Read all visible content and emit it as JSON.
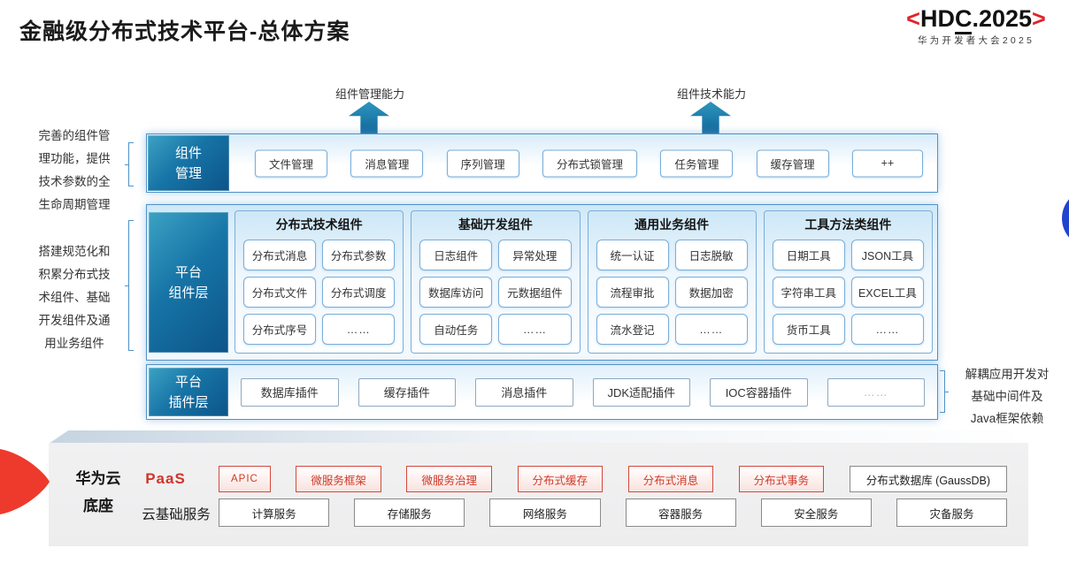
{
  "page": {
    "title": "金融级分布式技术平台-总体方案"
  },
  "logo": {
    "left_bracket": "<",
    "text_pre": "HD",
    "text_underlined": "C",
    "text_post": ".2025",
    "right_bracket": ">",
    "subtitle": "华为开发者大会2025"
  },
  "capability_arrows": [
    {
      "label": "组件管理能力"
    },
    {
      "label": "组件技术能力"
    }
  ],
  "side_notes": {
    "left_top": "完善的组件管\n理功能，提供\n技术参数的全\n生命周期管理",
    "left_bottom": "搭建规范化和\n积累分布式技\n术组件、基础\n开发组件及通\n用业务组件",
    "right": "解耦应用开发对\n基础中间件及\nJava框架依赖"
  },
  "layers": {
    "component_mgmt": {
      "label": "组件\n管理",
      "items": [
        "文件管理",
        "消息管理",
        "序列管理",
        "分布式锁管理",
        "任务管理",
        "缓存管理",
        "++"
      ]
    },
    "platform_components": {
      "label": "平台\n组件层",
      "groups": [
        {
          "title": "分布式技术组件",
          "items": [
            "分布式消息",
            "分布式参数",
            "分布式文件",
            "分布式调度",
            "分布式序号",
            "……"
          ]
        },
        {
          "title": "基础开发组件",
          "items": [
            "日志组件",
            "异常处理",
            "数据库访问",
            "元数据组件",
            "自动任务",
            "……"
          ]
        },
        {
          "title": "通用业务组件",
          "items": [
            "统一认证",
            "日志脱敏",
            "流程审批",
            "数据加密",
            "流水登记",
            "……"
          ]
        },
        {
          "title": "工具方法类组件",
          "items": [
            "日期工具",
            "JSON工具",
            "字符串工具",
            "EXCEL工具",
            "货币工具",
            "……"
          ]
        }
      ]
    },
    "platform_plugins": {
      "label": "平台\n插件层",
      "items": [
        "数据库插件",
        "缓存插件",
        "消息插件",
        "JDK适配插件",
        "IOC容器插件",
        "……"
      ]
    }
  },
  "cloud_base": {
    "label": "华为云\n底座",
    "paas": {
      "label": "PaaS",
      "red_items": [
        "APIC",
        "微服务框架",
        "微服务治理",
        "分布式缓存",
        "分布式消息",
        "分布式事务"
      ],
      "gray_item": "分布式数据库 (GaussDB)"
    },
    "iaas": {
      "label": "云基础服务",
      "items": [
        "计算服务",
        "存储服务",
        "网络服务",
        "容器服务",
        "安全服务",
        "灾备服务"
      ]
    }
  },
  "colors": {
    "teal_dark": "#0c5488",
    "teal_light": "#3ba2c4",
    "box_border_blue": "#4f93c8",
    "brand_red": "#e0242a",
    "button_red": "#cf3a2a",
    "circle_blue": "#2144cd",
    "cloud_bg_gray": "#efeff0"
  }
}
